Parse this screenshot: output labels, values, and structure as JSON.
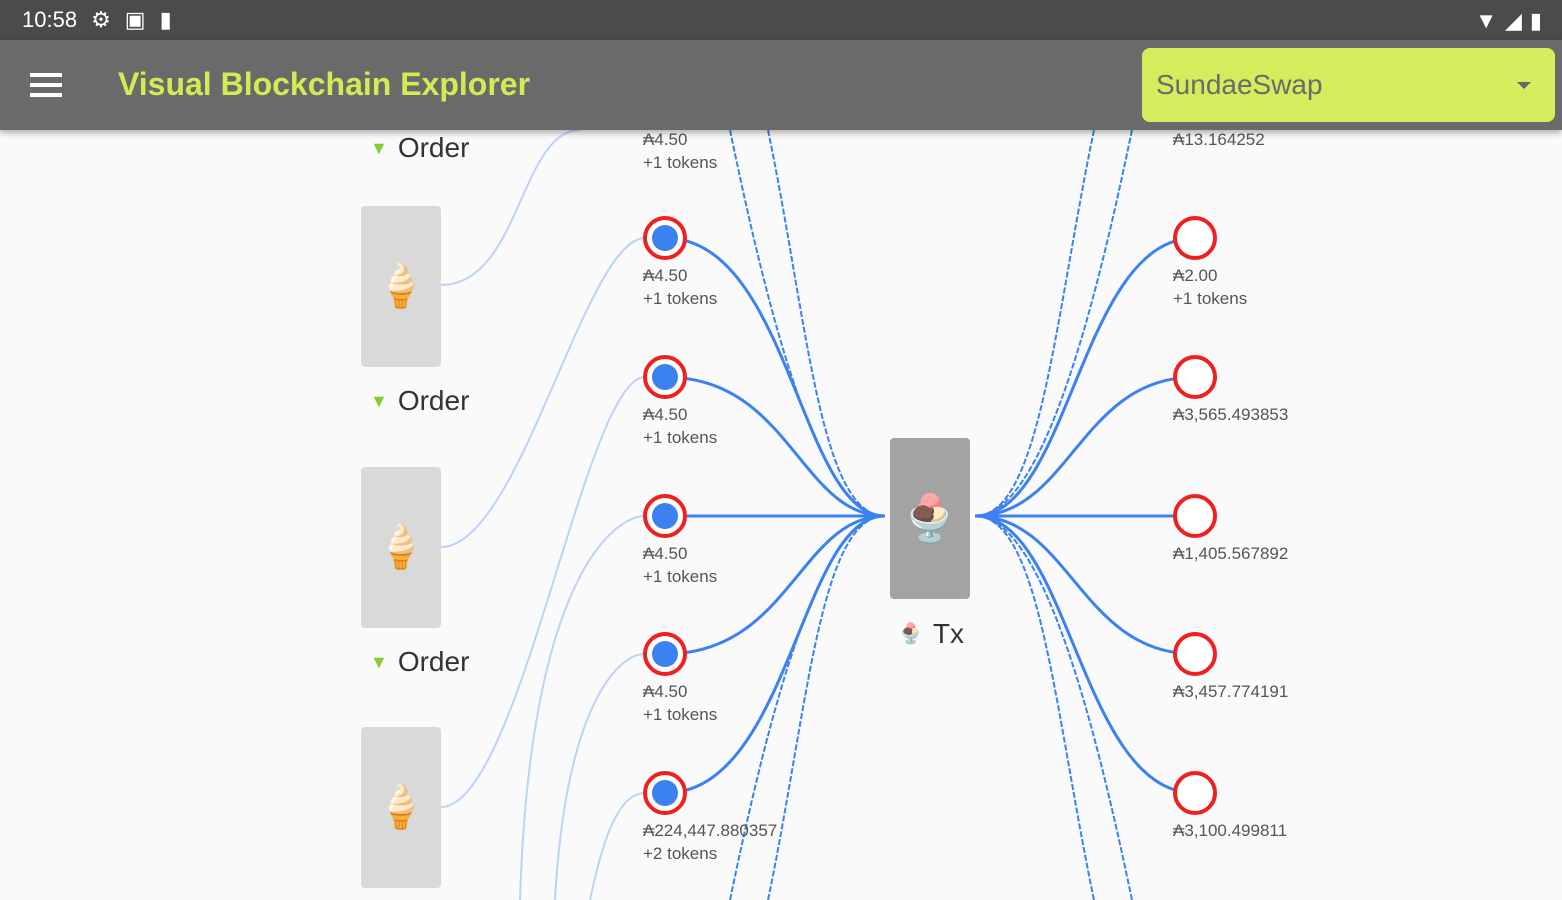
{
  "status_bar": {
    "time": "10:58"
  },
  "app_bar": {
    "title": "Visual Blockchain Explorer",
    "dropdown": {
      "selected": "SundaeSwap"
    }
  },
  "order_label": "Order",
  "tx_label": "Tx",
  "inputs": [
    {
      "amount": "₳4.50",
      "tokens": "+1 tokens"
    },
    {
      "amount": "₳4.50",
      "tokens": "+1 tokens"
    },
    {
      "amount": "₳4.50",
      "tokens": "+1 tokens"
    },
    {
      "amount": "₳4.50",
      "tokens": "+1 tokens"
    },
    {
      "amount": "₳4.50",
      "tokens": "+1 tokens"
    },
    {
      "amount": "₳224,447.880357",
      "tokens": "+2 tokens"
    }
  ],
  "outputs": [
    {
      "amount": "₳13.164252",
      "tokens": ""
    },
    {
      "amount": "₳2.00",
      "tokens": "+1 tokens"
    },
    {
      "amount": "₳3,565.493853",
      "tokens": ""
    },
    {
      "amount": "₳1,405.567892",
      "tokens": ""
    },
    {
      "amount": "₳3,457.774191",
      "tokens": ""
    },
    {
      "amount": "₳3,100.499811",
      "tokens": ""
    }
  ],
  "colors": {
    "edge": "#3b82f0",
    "edge_light": "#bcd3f7",
    "node_ring": "#f02020",
    "accent": "#d6ec5c"
  }
}
